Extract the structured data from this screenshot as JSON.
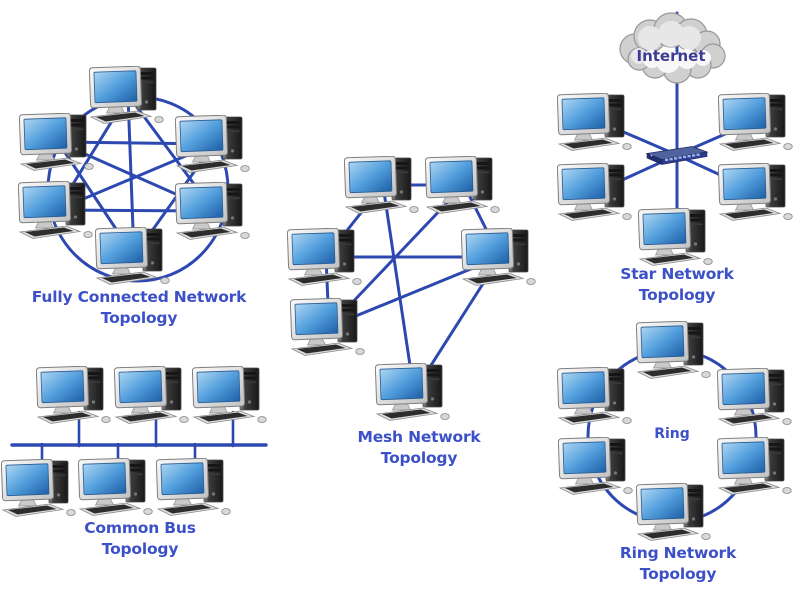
{
  "page": {
    "background": "#ffffff"
  },
  "colors": {
    "link_line": "#2d49b1",
    "label_text": "#3c50c8",
    "internet_text": "#3f3a96",
    "screen_blue_light": "#aed6f2",
    "screen_blue_dark": "#1d5ea6",
    "switch_navy": "#2c3c8e",
    "cloud_gray": "#d0d0d0"
  },
  "diagrams": {
    "fully_connected": {
      "label_line1": "Fully Connected Network",
      "label_line2": "Topology",
      "computer_count": 6
    },
    "mesh": {
      "label_line1": "Mesh Network",
      "label_line2": "Topology",
      "computer_count": 6
    },
    "star": {
      "cloud_label": "Internet",
      "label_line1": "Star Network",
      "label_line2": "Topology",
      "computer_count": 5
    },
    "bus": {
      "label_line1": "Common Bus",
      "label_line2": "Topology",
      "computer_count": 6
    },
    "ring": {
      "center_label": "Ring",
      "label_line1": "Ring Network",
      "label_line2": "Topology",
      "computer_count": 6
    }
  }
}
